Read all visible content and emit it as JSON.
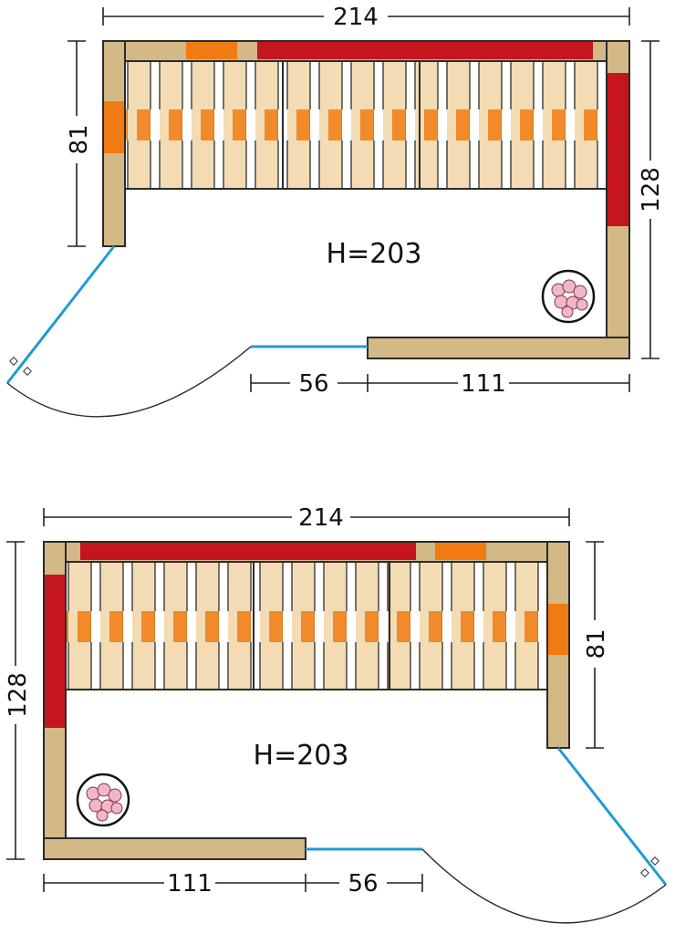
{
  "colors": {
    "wood": "#d2b986",
    "slat": "#f3dcb4",
    "heater_red": "#c4161c",
    "heater_orange": "#f07b13",
    "glass": "#1f9ad6",
    "stone": "#f2b6c6"
  },
  "plans": [
    {
      "dims": {
        "width": "214",
        "depth": "128",
        "bench": "81",
        "door": "56",
        "front_wall": "111"
      },
      "height_label": "H=203"
    },
    {
      "dims": {
        "width": "214",
        "depth": "128",
        "bench": "81",
        "door": "56",
        "front_wall": "111"
      },
      "height_label": "H=203"
    }
  ]
}
